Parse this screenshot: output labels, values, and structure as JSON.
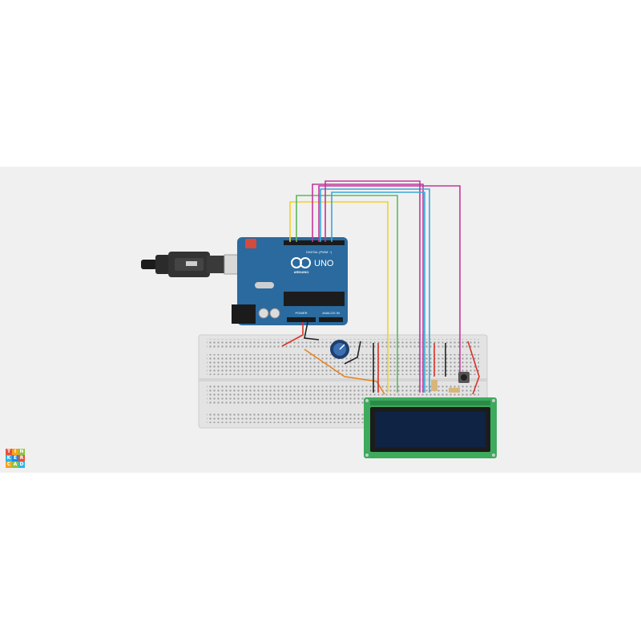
{
  "app": {
    "name": "Tinkercad"
  },
  "logo": {
    "letters": [
      "T",
      "I",
      "N",
      "K",
      "E",
      "R",
      "C",
      "A",
      "D"
    ],
    "colors": [
      "#e8503a",
      "#f7a21b",
      "#8bc53f",
      "#2bb6e9",
      "#1e88e5",
      "#e8503a",
      "#f7a21b",
      "#8bc53f",
      "#2bb6e9"
    ]
  },
  "arduino": {
    "model": "UNO",
    "brand": "ARDUINO",
    "digital_label": "DIGITAL (PWM ~)",
    "power_label": "POWER",
    "analog_label": "ANALOG IN",
    "board_color": "#2a6a9e"
  },
  "components": {
    "usb_cable": "usb-cable",
    "breadboard": "breadboard",
    "potentiometer": "potentiometer",
    "pushbutton": "pushbutton",
    "resistors": [
      "resistor-1",
      "resistor-2",
      "resistor-3"
    ],
    "lcd": "lcd-16x2"
  },
  "colors": {
    "wire_yellow": "#f2d02a",
    "wire_green": "#5cb85c",
    "wire_magenta": "#c2379b",
    "wire_blue": "#3ba8d8",
    "wire_red": "#d9332b",
    "wire_orange": "#e8831e",
    "wire_black": "#222222",
    "lcd_pcb": "#3daa5c",
    "lcd_screen": "#0f2344"
  }
}
